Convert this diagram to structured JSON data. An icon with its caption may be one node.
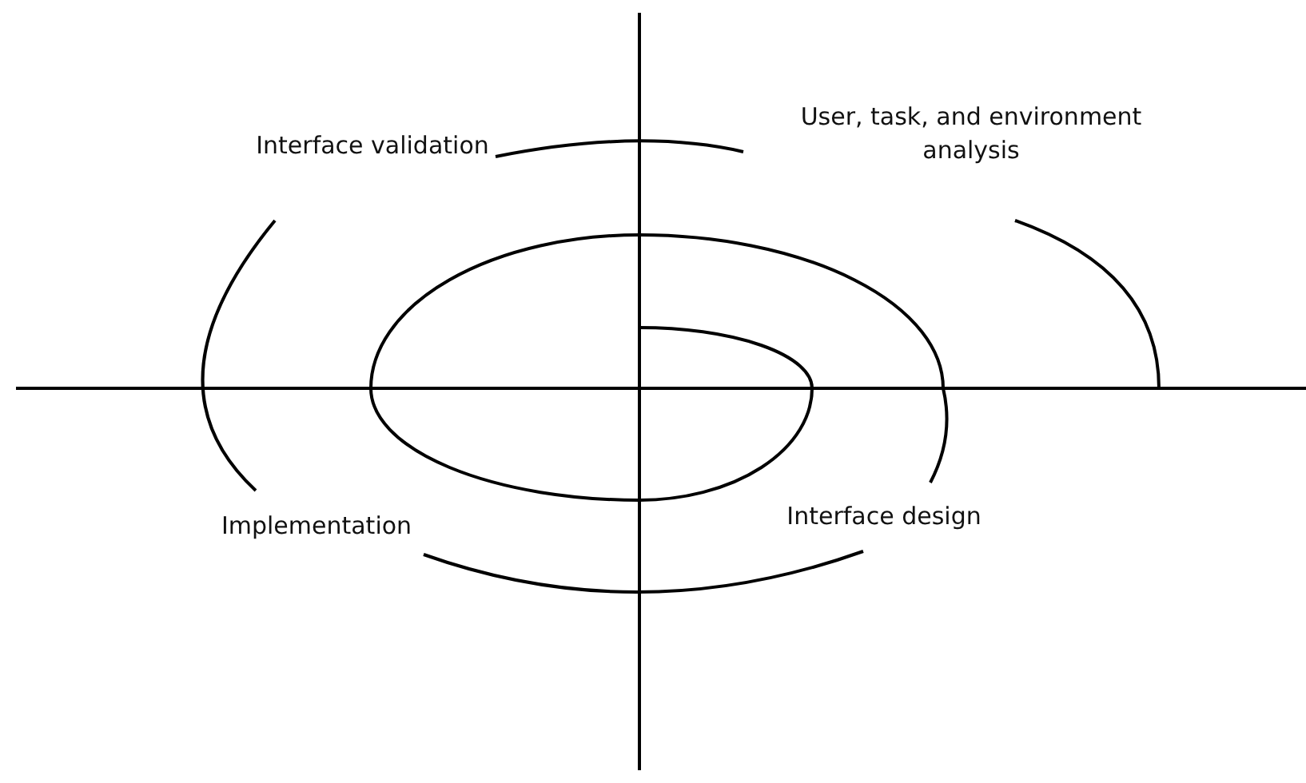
{
  "diagram": {
    "labels": [
      "Interface validation",
      "User, task, and environment analysis",
      "Implementation",
      "Interface design"
    ]
  }
}
